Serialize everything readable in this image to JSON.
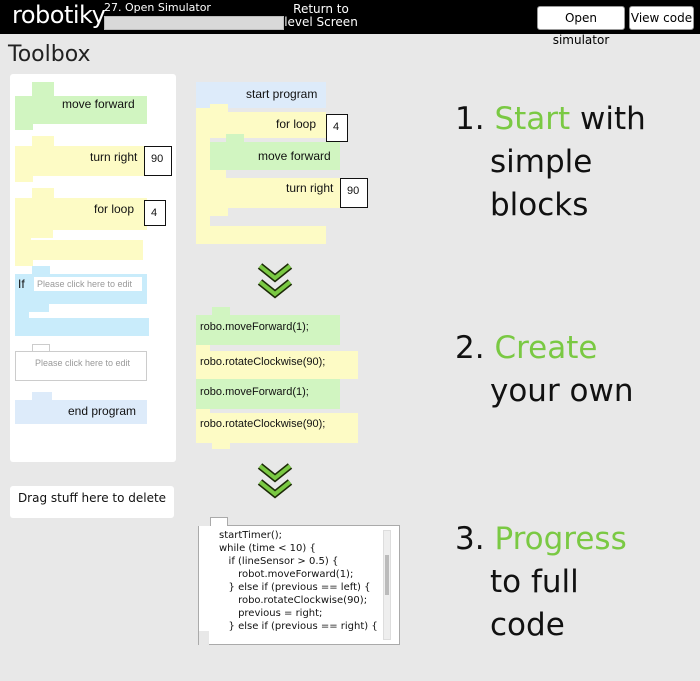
{
  "header": {
    "logo": "robotiky",
    "level_title": "27. Open Simulator",
    "progress": 0,
    "return_label": "Return to level Screen",
    "open_simulator": "Open simulator",
    "view_code": "View code"
  },
  "toolbox": {
    "title": "Toolbox",
    "move_forward": "move forward",
    "turn_right": "turn right",
    "turn_right_value": "90",
    "for_loop": "for loop",
    "for_loop_value": "4",
    "if_label": "If",
    "if_placeholder": "Please click here to edit",
    "code_placeholder": "Please click here to edit",
    "end_program": "end program"
  },
  "delete_zone": "Drag stuff here to delete",
  "program1": {
    "start": "start program",
    "for_loop": "for loop",
    "for_loop_value": "4",
    "move_forward": "move forward",
    "turn_right": "turn right",
    "turn_right_value": "90"
  },
  "program2": {
    "line1": "robo.moveForward(1);",
    "line2": "robo.rotateClockwise(90);",
    "line3": "robo.moveForward(1);",
    "line4": "robo.rotateClockwise(90);"
  },
  "program3": {
    "lines": [
      "startTimer();",
      "while (time < 10) {",
      "   if (lineSensor > 0.5) {",
      "      robot.moveForward(1);",
      "   } else if (previous == left) {",
      "      robo.rotateClockwise(90);",
      "      previous = right;",
      "   } else if (previous == right) {"
    ]
  },
  "steps": {
    "s1_num": "1.",
    "s1_accent": "Start",
    "s1_rest1": " with",
    "s1_rest2": "simple",
    "s1_rest3": "blocks",
    "s2_num": "2.",
    "s2_accent": "Create",
    "s2_rest1": "your own",
    "s3_num": "3.",
    "s3_accent": "Progress",
    "s3_rest1": "to full",
    "s3_rest2": "code"
  },
  "colors": {
    "accent": "#7ac943",
    "move_block": "#d1f5c1",
    "loop_block": "#fdfbc5",
    "if_block": "#c9ecfb",
    "program_block": "#ddebfa"
  }
}
